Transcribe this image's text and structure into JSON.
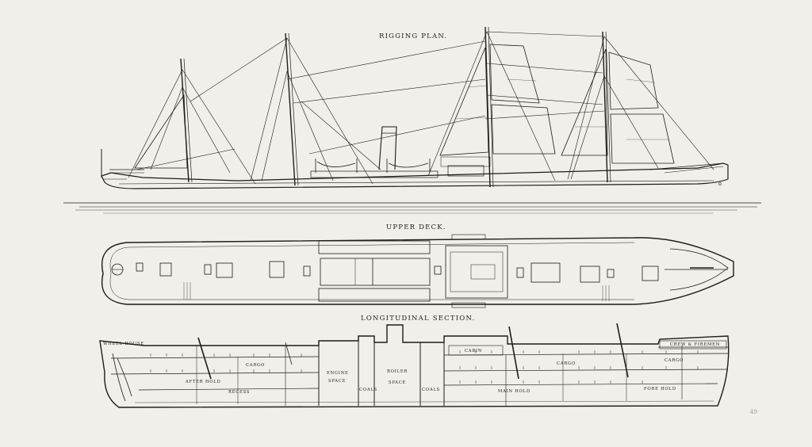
{
  "titles": {
    "rigging": "RIGGING PLAN.",
    "upper_deck": "UPPER DECK.",
    "section": "LONGITUDINAL SECTION."
  },
  "section_labels": {
    "wheel_house": "WHEEL HOUSE",
    "crew": "CREW & FIREMEN",
    "cabin": "CABIN",
    "cargo_aft": "CARGO",
    "cargo_mid": "CARGO",
    "cargo_fwd": "CARGO",
    "after_hold": "AFTER HOLD",
    "recess": "RECESS",
    "engine": "ENGINE",
    "engine_space": "SPACE",
    "boiler": "BOILER",
    "boiler_space": "SPACE",
    "coals_1": "COALS",
    "coals_2": "COALS",
    "main_hold": "MAIN HOLD",
    "fore_hold": "FORE HOLD"
  },
  "plate_number": "49"
}
